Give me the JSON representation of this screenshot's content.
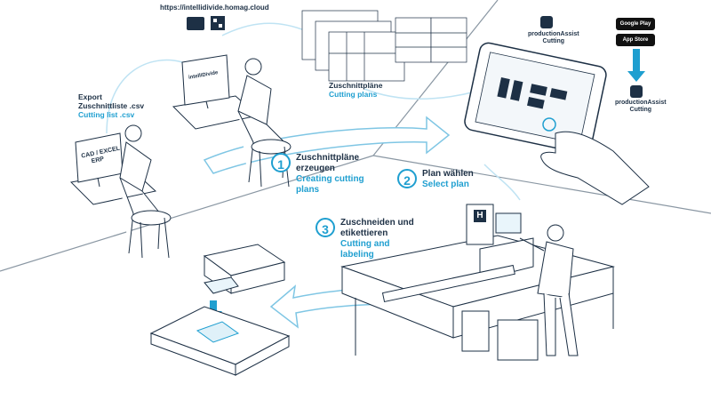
{
  "url": "https://intellidivide.homag.cloud",
  "export": {
    "line1": "Export",
    "line2": "Zuschnittliste .csv",
    "line3": "Cutting list .csv"
  },
  "monitor_left": {
    "line1": "CAD / EXCEL",
    "line2": "ERP"
  },
  "monitor_mid": "intelliDivide",
  "cutting_plans": {
    "de": "Zuschnittpläne",
    "en": "Cutting plans"
  },
  "steps": [
    {
      "num": "1",
      "de1": "Zuschnittpläne",
      "de2": "erzeugen",
      "en1": "Creating cutting",
      "en2": "plans"
    },
    {
      "num": "2",
      "de1": "Plan wählen",
      "de2": "",
      "en1": "Select plan",
      "en2": ""
    },
    {
      "num": "3",
      "de1": "Zuschneiden und",
      "de2": "etikettieren",
      "en1": "Cutting and",
      "en2": "labeling"
    }
  ],
  "app": {
    "name": "productionAssist",
    "sub": "Cutting"
  },
  "stores": {
    "google": "Google Play",
    "apple": "App Store"
  },
  "machine_logo": "H",
  "colors": {
    "accent": "#1f9fd0",
    "dark": "#1d3045",
    "line": "#7a8a99"
  }
}
